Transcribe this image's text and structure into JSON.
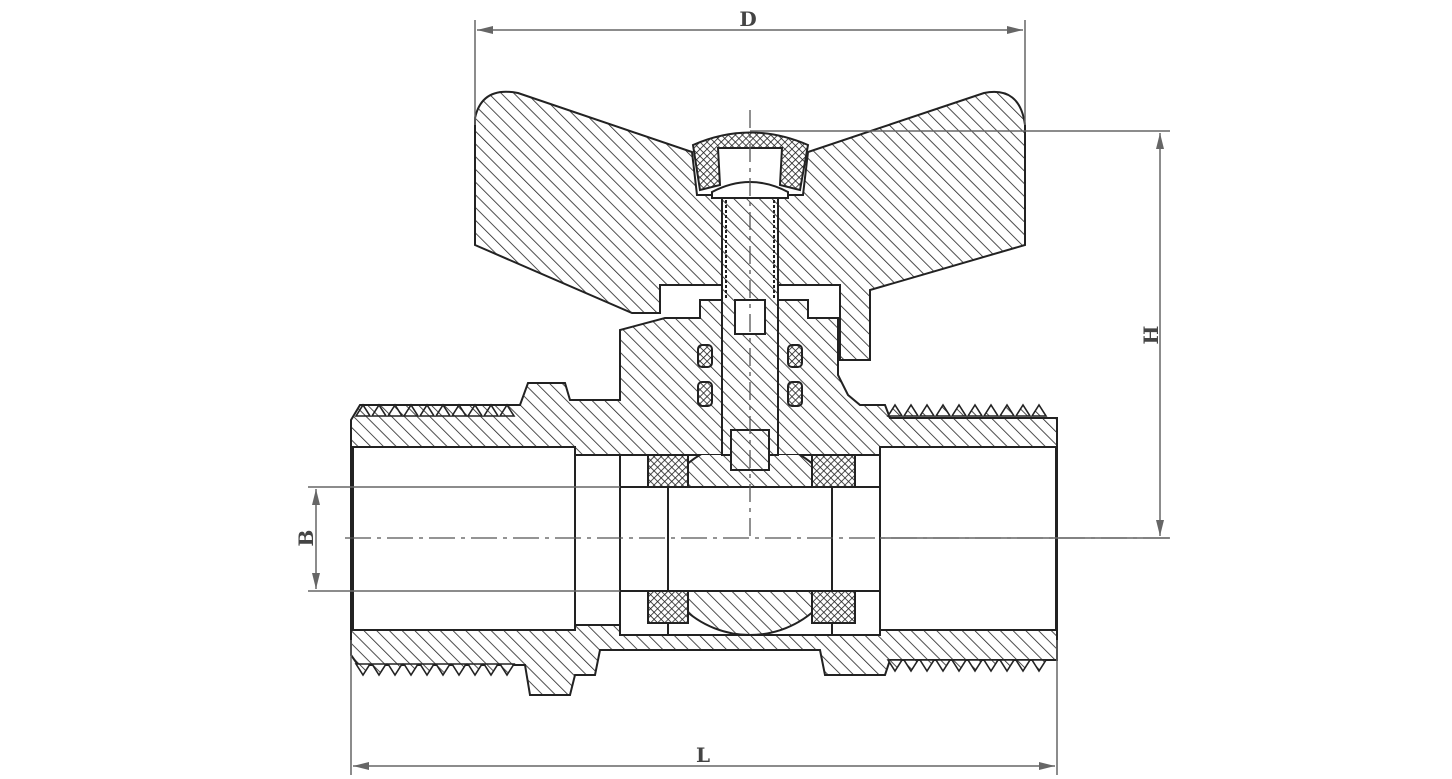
{
  "drawing": {
    "dimensions": {
      "width_label": "D",
      "height_label": "H",
      "bore_label": "B",
      "length_label": "L"
    },
    "colors": {
      "line": "#222222",
      "dimension": "#666666",
      "background": "#ffffff"
    }
  }
}
